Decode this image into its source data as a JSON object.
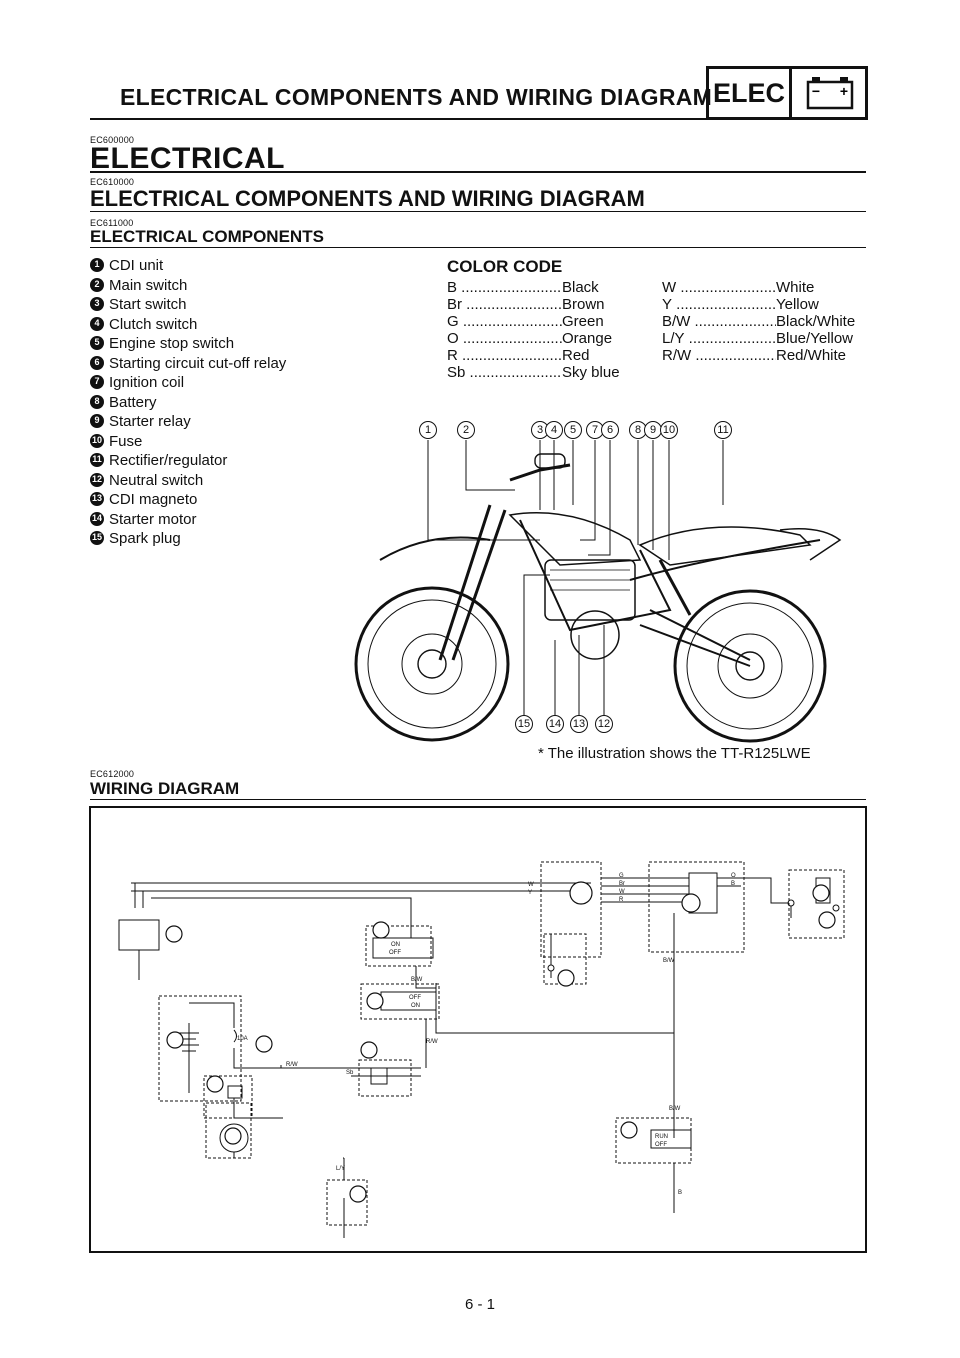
{
  "header": {
    "title": "ELECTRICAL COMPONENTS AND WIRING DIAGRAM",
    "badge": "ELEC",
    "minus": "−",
    "plus": "+"
  },
  "codes": {
    "c1": "EC600000",
    "c2": "EC610000",
    "c3": "EC611000",
    "c4": "EC612000"
  },
  "headings": {
    "h1": "ELECTRICAL",
    "h2": "ELECTRICAL COMPONENTS AND WIRING DIAGRAM",
    "h3": "ELECTRICAL COMPONENTS",
    "h4": "WIRING DIAGRAM"
  },
  "components": [
    {
      "n": "1",
      "label": "CDI unit"
    },
    {
      "n": "2",
      "label": "Main switch"
    },
    {
      "n": "3",
      "label": "Start switch"
    },
    {
      "n": "4",
      "label": "Clutch switch"
    },
    {
      "n": "5",
      "label": "Engine stop switch"
    },
    {
      "n": "6",
      "label": "Starting circuit cut-off relay"
    },
    {
      "n": "7",
      "label": "Ignition coil"
    },
    {
      "n": "8",
      "label": "Battery"
    },
    {
      "n": "9",
      "label": "Starter relay"
    },
    {
      "n": "10",
      "label": "Fuse"
    },
    {
      "n": "11",
      "label": "Rectifier/regulator"
    },
    {
      "n": "12",
      "label": "Neutral switch"
    },
    {
      "n": "13",
      "label": "CDI magneto"
    },
    {
      "n": "14",
      "label": "Starter motor"
    },
    {
      "n": "15",
      "label": "Spark plug"
    }
  ],
  "color_code": {
    "title": "COLOR CODE",
    "left": [
      {
        "code": "B",
        "name": "Black"
      },
      {
        "code": "Br",
        "name": "Brown"
      },
      {
        "code": "G",
        "name": "Green"
      },
      {
        "code": "O",
        "name": "Orange"
      },
      {
        "code": "R",
        "name": "Red"
      },
      {
        "code": "Sb",
        "name": "Sky blue"
      }
    ],
    "right": [
      {
        "code": "W",
        "name": "White"
      },
      {
        "code": "Y",
        "name": "Yellow"
      },
      {
        "code": "B/W",
        "name": "Black/White"
      },
      {
        "code": "L/Y",
        "name": "Blue/Yellow"
      },
      {
        "code": "R/W",
        "name": "Red/White"
      }
    ]
  },
  "illustration": {
    "top_callouts": [
      "1",
      "2",
      "3",
      "4",
      "5",
      "7",
      "6",
      "8",
      "9",
      "10",
      "11"
    ],
    "bottom_callouts": [
      "15",
      "14",
      "13",
      "12"
    ],
    "note": "* The illustration shows the TT-R125LWE"
  },
  "diagram": {
    "labels": {
      "sw_on": "ON",
      "sw_off": "OFF",
      "sw_run": "RUN",
      "fuse_rating": "10A",
      "wire_w": "W",
      "wire_y": "Y",
      "wire_r": "R",
      "wire_b": "B",
      "wire_g": "G",
      "wire_br": "Br",
      "wire_o": "O",
      "wire_sb": "Sb",
      "wire_bw": "B/W",
      "wire_rw": "R/W",
      "wire_ly": "L/Y"
    }
  },
  "footer": {
    "page": "6 - 1"
  }
}
